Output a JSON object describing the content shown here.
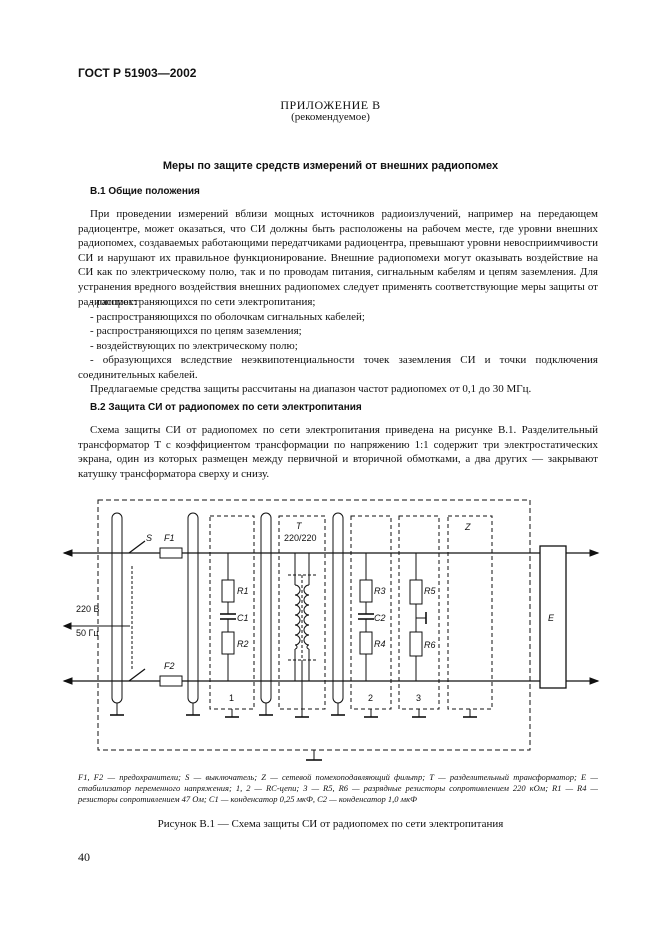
{
  "header": {
    "standard": "ГОСТ Р 51903—2002"
  },
  "appendix": {
    "title": "ПРИЛОЖЕНИЕ В",
    "subtitle": "(рекомендуемое)"
  },
  "section_title": "Меры по защите средств измерений от внешних радиопомех",
  "b1": {
    "heading": "В.1 Общие положения",
    "para1": "При проведении измерений вблизи мощных источников радиоизлучений, например на передающем радиоцентре, может оказаться, что СИ должны быть расположены на рабочем месте, где уровни внешних радиопомех, создаваемых работающими передатчиками радиоцентра, превышают уровни невосприимчивости СИ и нарушают их правильное функционирование. Внешние радиопомехи могут оказывать воздействие на СИ как по электрическому полю, так и по проводам питания, сигнальным кабелям и цепям заземления. Для устранения вредного воздействия внешних радиопомех следует применять соответствующие меры защиты от радиопомех:",
    "items": [
      "- распространяющихся по сети электропитания;",
      "- распространяющихся по оболочкам сигнальных кабелей;",
      "- распространяющихся по цепям заземления;",
      "- воздействующих по электрическому полю;",
      "- образующихся вследствие неэквипотенциальности точек заземления СИ и точки подключения соединительных кабелей."
    ],
    "para2": "Предлагаемые средства защиты рассчитаны на диапазон частот радиопомех от 0,1 до 30 МГц."
  },
  "b2": {
    "heading": "В.2 Защита СИ от радиопомех по сети электропитания",
    "para1": "Схема защиты СИ от радиопомех по сети электропитания приведена на рисунке В.1. Разделительный трансформатор T с коэффициентом трансформации по напряжению 1:1 содержит три электростатических экрана, один из которых размещен между первичной и вторичной обмотками, а два других — закрывают катушку трансформатора сверху и снизу."
  },
  "figure": {
    "labels": {
      "S": "S",
      "F1": "F1",
      "F2": "F2",
      "T": "T",
      "T_ratio": "220/220",
      "Z": "Z",
      "E": "E",
      "R1": "R1",
      "C1": "C1",
      "R2": "R2",
      "R3": "R3",
      "C2": "C2",
      "R4": "R4",
      "R5": "R5",
      "R6": "R6",
      "n1": "1",
      "n2": "2",
      "n3": "3",
      "v220": "220 В",
      "hz50": "50 Гц"
    },
    "caption": "F1, F2 — предохранители; S — выключатель; Z — сетевой помехоподавляющий фильтр; T — разделительный трансформатор; E — стабилизатор переменного напряжения; 1, 2 — RC-цепи; 3 — R5, R6 — разрядные резисторы сопротивлением 220 кОм; R1 — R4 — резисторы сопротивлением 47 Ом; C1 — конденсатор 0,25 мкФ, C2 — конденсатор 1,0 мкФ",
    "title": "Рисунок В.1 — Схема защиты СИ от радиопомех по сети электропитания"
  },
  "page_number": "40"
}
